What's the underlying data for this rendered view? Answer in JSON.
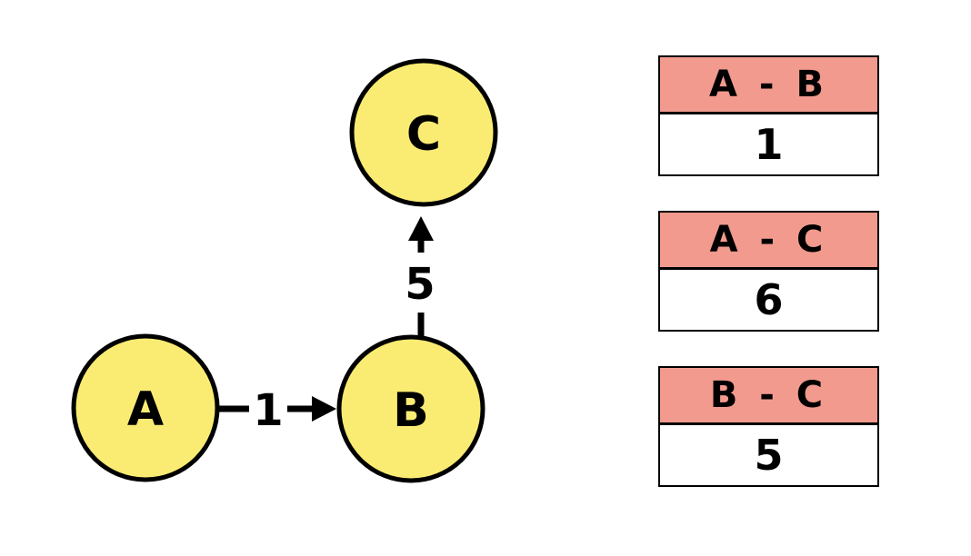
{
  "canvas": {
    "background": "#ffffff"
  },
  "colors": {
    "node_fill": "#FAEC73",
    "node_stroke": "#000000",
    "edge_color": "#000000",
    "table_header_bg": "#F19A8D",
    "table_body_bg": "#FFFFFF",
    "table_border": "#000000"
  },
  "graph": {
    "nodes": [
      {
        "id": "A",
        "label": "A"
      },
      {
        "id": "B",
        "label": "B"
      },
      {
        "id": "C",
        "label": "C"
      }
    ],
    "edges": [
      {
        "from": "A",
        "to": "B",
        "weight": "1",
        "directed": true
      },
      {
        "from": "B",
        "to": "C",
        "weight": "5",
        "directed": true
      }
    ]
  },
  "tables": [
    {
      "header": "A - B",
      "value": "1"
    },
    {
      "header": "A - C",
      "value": "6"
    },
    {
      "header": "B - C",
      "value": "5"
    }
  ]
}
